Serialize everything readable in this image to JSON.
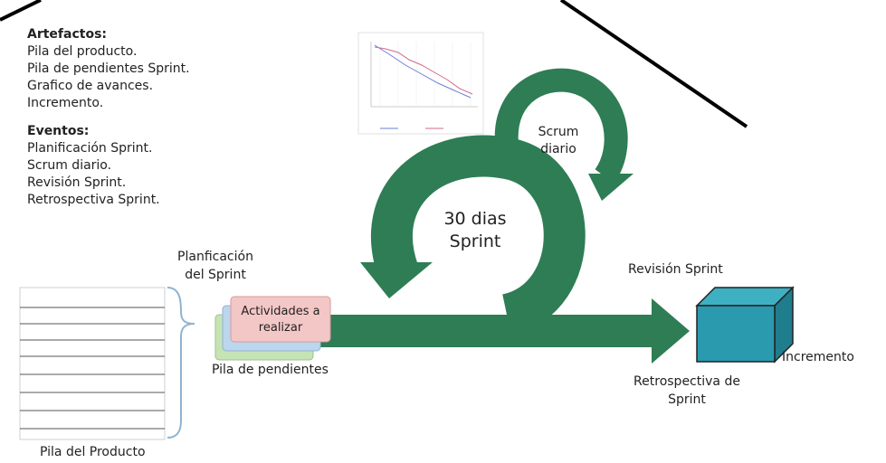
{
  "artefactos": {
    "header": "Artefactos:",
    "items": [
      "Pila del producto.",
      "Pila de pendientes Sprint.",
      "Grafico de avances.",
      "Incremento."
    ]
  },
  "eventos": {
    "header": "Eventos:",
    "items": [
      "Planificación Sprint.",
      "Scrum diario.",
      "Revisión Sprint.",
      "Retrospectiva Sprint."
    ]
  },
  "cycle": {
    "sprint_line1": "30 dias",
    "sprint_line2": "Sprint",
    "daily_line1": "Scrum",
    "daily_line2": "diario"
  },
  "planning": {
    "line1": "Planficación",
    "line2": "del Sprint"
  },
  "activities": {
    "line1": "Actividades a",
    "line2": "realizar"
  },
  "sprint_backlog_label": "Pila de pendientes",
  "product_backlog_label": "Pila del Producto",
  "review_label": "Revisión Sprint",
  "retro": {
    "line1": "Retrospectiva de",
    "line2": "Sprint"
  },
  "increment_label": "Incremento",
  "colors": {
    "green": "#2e7d55",
    "cube_front": "#2a9aae",
    "cube_top": "#3db0c2",
    "cube_side": "#1f7d8e",
    "note_pink": "#f4c7c7",
    "note_green": "#c6e3b5",
    "note_blue": "#bcd6ee"
  }
}
